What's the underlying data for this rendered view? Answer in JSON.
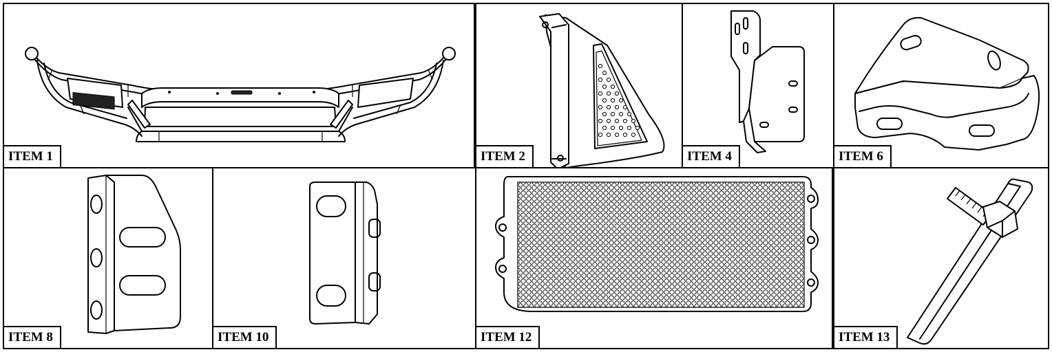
{
  "items": [
    {
      "label": "ITEM 1",
      "icon": "front-bumper-icon"
    },
    {
      "label": "ITEM 2",
      "icon": "mesh-side-bracket-icon"
    },
    {
      "label": "ITEM 4",
      "icon": "mounting-bracket-icon"
    },
    {
      "label": "ITEM 6",
      "icon": "u-bracket-icon"
    },
    {
      "label": "ITEM 8",
      "icon": "angle-bracket-icon"
    },
    {
      "label": "ITEM 10",
      "icon": "small-angle-bracket-icon"
    },
    {
      "label": "ITEM 12",
      "icon": "mesh-grille-panel-icon"
    },
    {
      "label": "ITEM 13",
      "icon": "bolt-plate-icon"
    }
  ]
}
